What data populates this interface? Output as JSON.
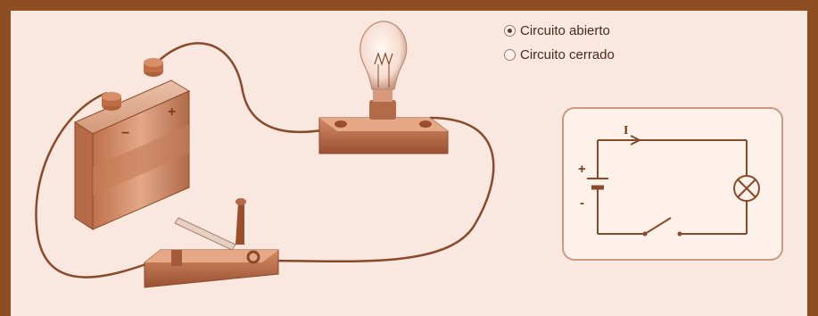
{
  "options": [
    {
      "label": "Circuito abierto",
      "selected": true
    },
    {
      "label": "Circuito cerrado",
      "selected": false
    }
  ],
  "schematic": {
    "current_label": "I",
    "plus_label": "+",
    "minus_label": "-"
  },
  "battery": {
    "plus_label": "+",
    "minus_label": "−"
  },
  "colors": {
    "frame": "#8f4d22",
    "background": "#fae8e0",
    "wire": "#8a4a2a",
    "metal": "#b0603a"
  }
}
